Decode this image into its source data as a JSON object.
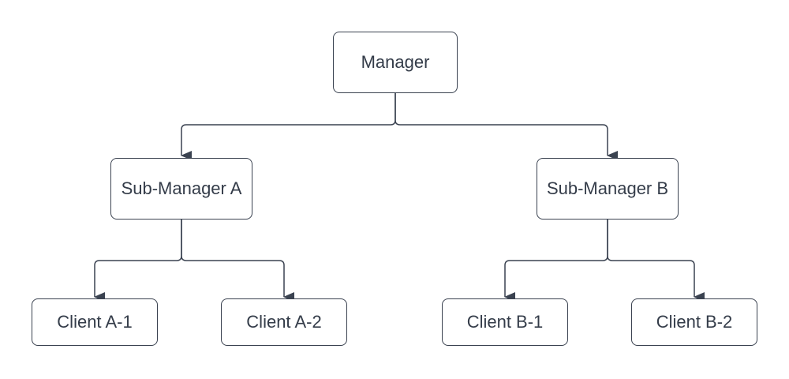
{
  "diagram": {
    "type": "org-chart",
    "nodes": [
      {
        "id": "manager",
        "label": "Manager",
        "level": 1
      },
      {
        "id": "sub-a",
        "label": "Sub-Manager A",
        "level": 2
      },
      {
        "id": "sub-b",
        "label": "Sub-Manager B",
        "level": 2
      },
      {
        "id": "client-a1",
        "label": "Client A-1",
        "level": 3
      },
      {
        "id": "client-a2",
        "label": "Client A-2",
        "level": 3
      },
      {
        "id": "client-b1",
        "label": "Client B-1",
        "level": 3
      },
      {
        "id": "client-b2",
        "label": "Client B-2",
        "level": 3
      }
    ],
    "edges": [
      {
        "from": "manager",
        "to": "sub-a",
        "arrow": "down"
      },
      {
        "from": "manager",
        "to": "sub-b",
        "arrow": "down"
      },
      {
        "from": "sub-a",
        "to": "client-a1",
        "arrow": "down"
      },
      {
        "from": "sub-a",
        "to": "client-a2",
        "arrow": "down"
      },
      {
        "from": "sub-b",
        "to": "client-b1",
        "arrow": "down"
      },
      {
        "from": "sub-b",
        "to": "client-b2",
        "arrow": "down"
      }
    ],
    "colors": {
      "stroke": "#3a4250",
      "text": "#343c49",
      "node_fill": "#ffffff",
      "background": "#ffffff"
    }
  }
}
